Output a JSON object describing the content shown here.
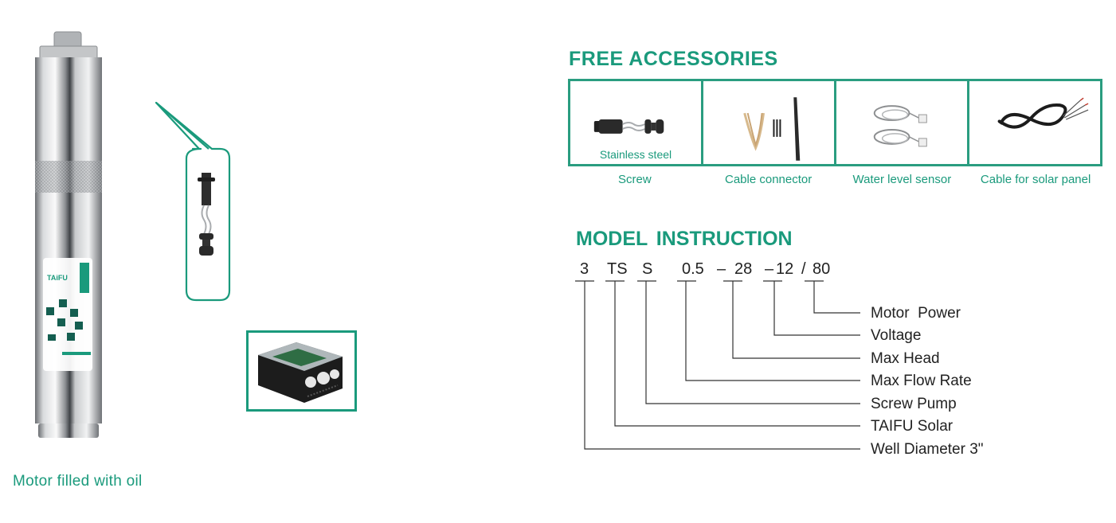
{
  "colors": {
    "accent": "#1a9a7c",
    "text": "#222222"
  },
  "left": {
    "pump_label_brand": "TAiFU",
    "caption": "Motor filled with oil",
    "callout_icon": "screw-connector-icon",
    "controller_icon": "controller-box-icon"
  },
  "accessories": {
    "title": "FREE ACCESSORIES",
    "items": [
      {
        "label": "Screw",
        "sublabel": "Stainless steel",
        "icon": "screw-connector-icon"
      },
      {
        "label": "Cable connector",
        "sublabel": "",
        "icon": "cable-connector-icon"
      },
      {
        "label": "Water level sensor",
        "sublabel": "",
        "icon": "water-level-sensor-icon"
      },
      {
        "label": "Cable for solar panel",
        "sublabel": "",
        "icon": "solar-cable-icon"
      }
    ]
  },
  "model": {
    "title": "MODEL  INSTRUCTION",
    "code_parts": [
      "3",
      "TS",
      "S",
      "0.5",
      "–",
      "28",
      "–",
      "12",
      "/",
      "80"
    ],
    "legend": [
      "Motor  Power",
      "Voltage",
      "Max Head",
      "Max Flow Rate",
      "Screw Pump",
      "TAIFU Solar",
      "Well Diameter 3\""
    ]
  }
}
